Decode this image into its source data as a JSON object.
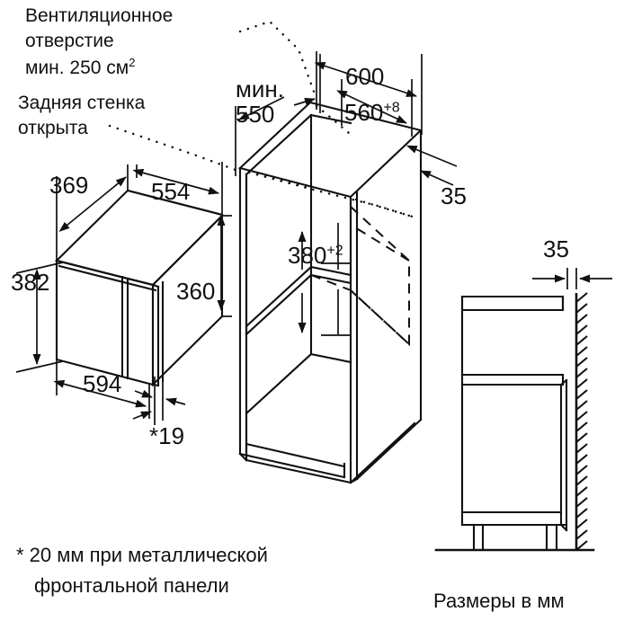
{
  "document": {
    "kind": "appliance-installation-diagram",
    "units_note": "Размеры в мм",
    "stroke_color": "#111111",
    "background_color": "#ffffff"
  },
  "notes": {
    "vent_line1": "Вентиляционное",
    "vent_line2": "отверстие",
    "vent_line3_pre": "мин. 250 см",
    "vent_line3_sup": "2",
    "back_wall_line1": "Задняя стенка",
    "back_wall_line2": "открыта",
    "footnote_line1": "* 20 мм при металлической",
    "footnote_line2": "фронтальной панели",
    "units": "Размеры в мм"
  },
  "dimensions": {
    "appliance": {
      "depth_369": "369",
      "width_554": "554",
      "height_382": "382",
      "height_360": "360",
      "front_width_594": "594",
      "front_thickness_19": "*19"
    },
    "cabinet": {
      "min_label": "мин.",
      "min_depth_550": "550",
      "outer_width_600": "600",
      "inner_width_560": "560",
      "inner_width_560_tol": "+8",
      "niche_height_380": "380",
      "niche_height_380_tol": "+2",
      "rear_gap_35": "35"
    },
    "side_view": {
      "wall_gap_35": "35"
    }
  }
}
